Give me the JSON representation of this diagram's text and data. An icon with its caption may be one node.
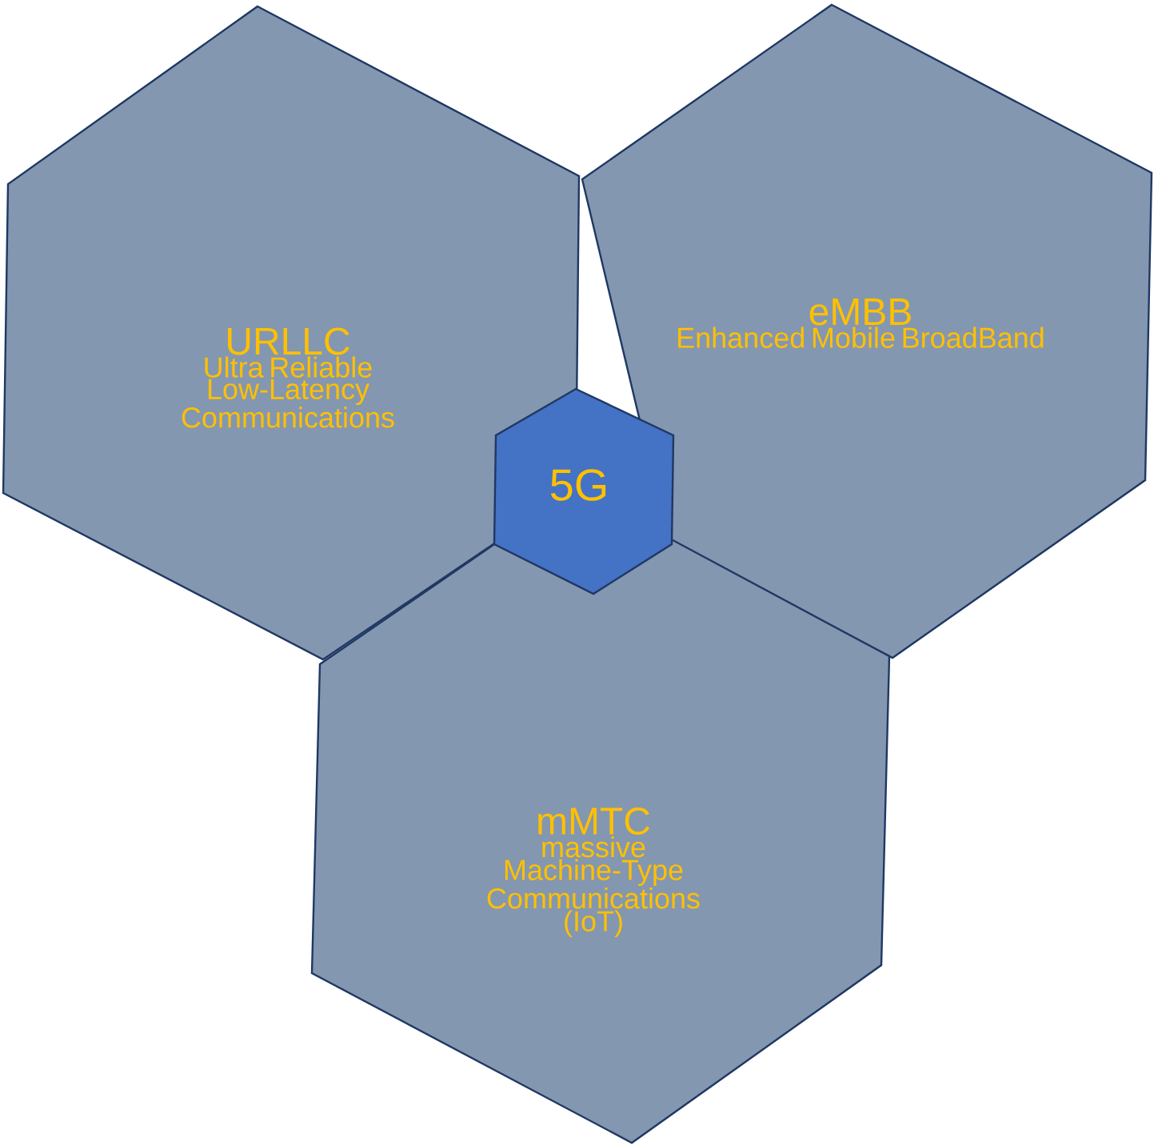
{
  "diagram": {
    "nodes": [
      {
        "text": [
          "URLLC",
          "Ultra Reliable Low-Latency Communications"
        ]
      },
      {
        "text": [
          "eMBB",
          "Enhanced Mobile BroadBand"
        ]
      },
      {
        "text": [
          "mMTC",
          "massive Machine-Type Communications (IoT)"
        ]
      },
      {
        "text": [
          "5G"
        ]
      }
    ],
    "edges": []
  }
}
